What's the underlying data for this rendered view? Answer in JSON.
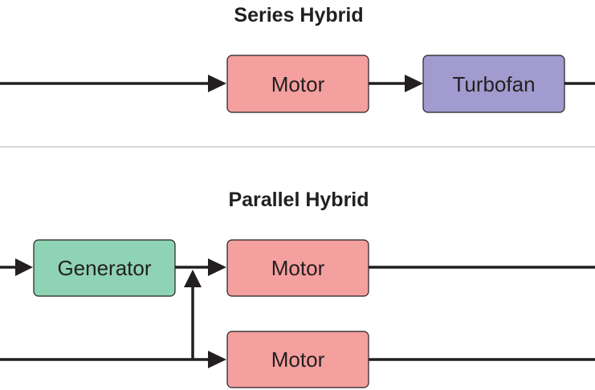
{
  "series": {
    "title": "Series Hybrid",
    "motor": {
      "label": "Motor",
      "color": "#f4a09e"
    },
    "turbofan": {
      "label": "Turbofan",
      "color": "#a29bcf"
    }
  },
  "parallel": {
    "title": "Parallel Hybrid",
    "generator": {
      "label": "Generator",
      "color": "#8ed3b4"
    },
    "motor_top": {
      "label": "Motor",
      "color": "#f4a09e"
    },
    "motor_bottom": {
      "label": "Motor",
      "color": "#f4a09e"
    }
  },
  "divider_color": "#c8c8c8",
  "line_color": "#231f20"
}
